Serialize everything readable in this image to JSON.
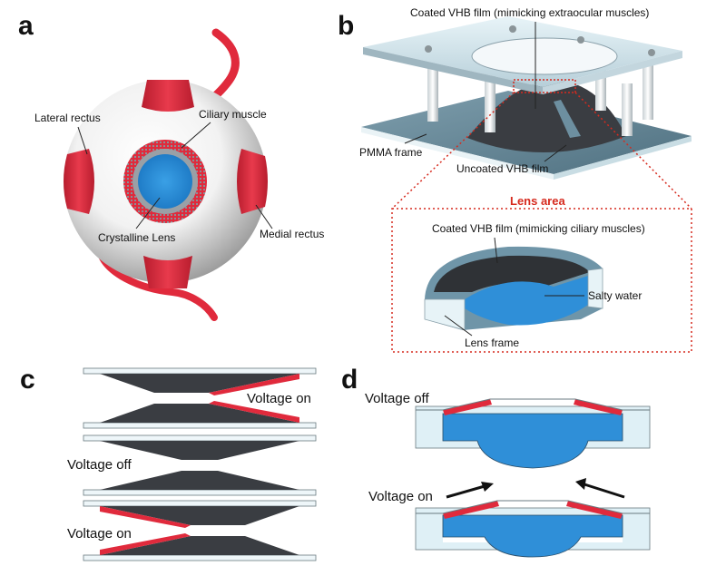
{
  "panels": {
    "a": {
      "label": "a",
      "annotations": {
        "lateral_rectus": "Lateral rectus",
        "ciliary_muscle": "Ciliary muscle",
        "crystalline_lens": "Crystalline Lens",
        "medial_rectus": "Medial rectus"
      }
    },
    "b": {
      "label": "b",
      "annotations": {
        "coated_film_extraocular": "Coated VHB film (mimicking extraocular muscles)",
        "pmma_frame": "PMMA frame",
        "uncoated_film": "Uncoated VHB film",
        "lens_area": "Lens area",
        "coated_film_ciliary": "Coated VHB film (mimicking ciliary muscles)",
        "salty_water": "Salty water",
        "lens_frame": "Lens frame"
      }
    },
    "c": {
      "label": "c",
      "annotations": {
        "voltage_on_top": "Voltage on",
        "voltage_off": "Voltage off",
        "voltage_on_bottom": "Voltage on"
      }
    },
    "d": {
      "label": "d",
      "annotations": {
        "voltage_off": "Voltage off",
        "voltage_on": "Voltage on"
      }
    }
  },
  "colors": {
    "muscle_red": "#e02a3c",
    "lens_blue": "#2f8fd8",
    "film_dark": "#3a3d42",
    "frame_light": "#dff0f6",
    "dotted_red": "#d62a1e"
  }
}
